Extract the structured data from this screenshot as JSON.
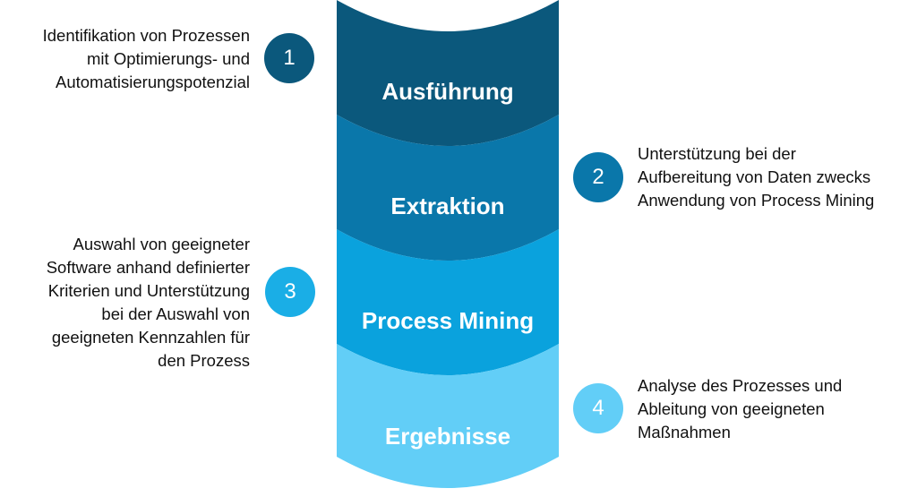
{
  "stages": [
    {
      "label": "Ausführung",
      "color": "#0b587c"
    },
    {
      "label": "Extraktion",
      "color": "#0a77aa"
    },
    {
      "label": "Process Mining",
      "color": "#0aa2dd"
    },
    {
      "label": "Ergebnisse",
      "color": "#62cef7"
    }
  ],
  "steps": [
    {
      "number": "1",
      "color": "#0b587c",
      "text": "Identifikation von Prozessen\nmit Optimierungs- und\nAutomatisierungspotenzial"
    },
    {
      "number": "2",
      "color": "#0a77aa",
      "text": "Unterstützung bei der\nAufbereitung von Daten zwecks\nAnwendung von Process Mining"
    },
    {
      "number": "3",
      "color": "#1aaee6",
      "text": "Auswahl von geeigneter\nSoftware anhand definierter\nKriterien und Unterstützung\nbei der Auswahl von\ngeeigneten Kennzahlen für\nden Prozess"
    },
    {
      "number": "4",
      "color": "#62cef7",
      "text": "Analyse des Prozesses und\nAbleitung von geeigneten\nMaßnahmen"
    }
  ]
}
